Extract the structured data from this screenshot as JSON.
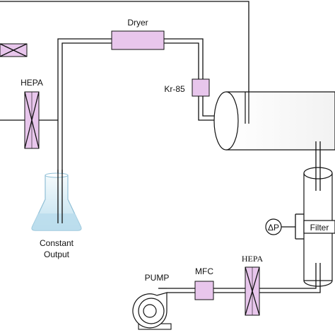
{
  "labels": {
    "dryer": "Dryer",
    "kr85": "Kr-85",
    "hepa_left": "HEPA",
    "constant_output_line1": "Constant",
    "constant_output_line2": "Output",
    "delta_p": "ΔP",
    "filter": "Filter",
    "hepa_bottom": "HEPA",
    "mfc": "MFC",
    "pump": "PUMP"
  },
  "colors": {
    "component_fill": "#e8c6ec",
    "line": "#111111",
    "flask_liquid": "#c9e6f3",
    "flask_glass": "#eaf4f8"
  },
  "icons": {
    "hepa_filter": "hepa-filter-icon",
    "flask": "erlenmeyer-flask-icon",
    "pump": "centrifugal-pump-icon"
  }
}
